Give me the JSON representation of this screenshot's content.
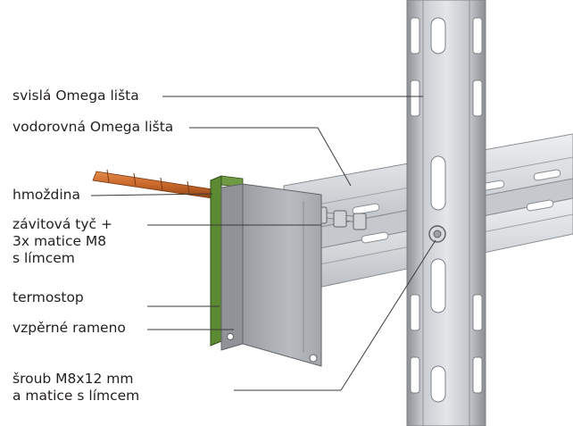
{
  "labels": {
    "svisla": "svislá Omega lišta",
    "vodorovna": "vodorovná Omega lišta",
    "hmozdina": "hmoždina",
    "zavitova": [
      "závitová tyč +",
      "3x matice M8",
      "s límcem"
    ],
    "termostop": "termostop",
    "vzperne": "vzpěrné rameno",
    "sroub": [
      "šroub M8x12 mm",
      "a matice s límcem"
    ]
  },
  "colors": {
    "text": "#231f20",
    "leader": "#3a3a3a",
    "steel_light": "#dcdfe2",
    "steel_mid": "#b9bdc1",
    "steel_dark": "#7d8185",
    "dowel": "#c8672a",
    "termostop": "#4f7a2c",
    "bracket": "#a9adb2"
  }
}
